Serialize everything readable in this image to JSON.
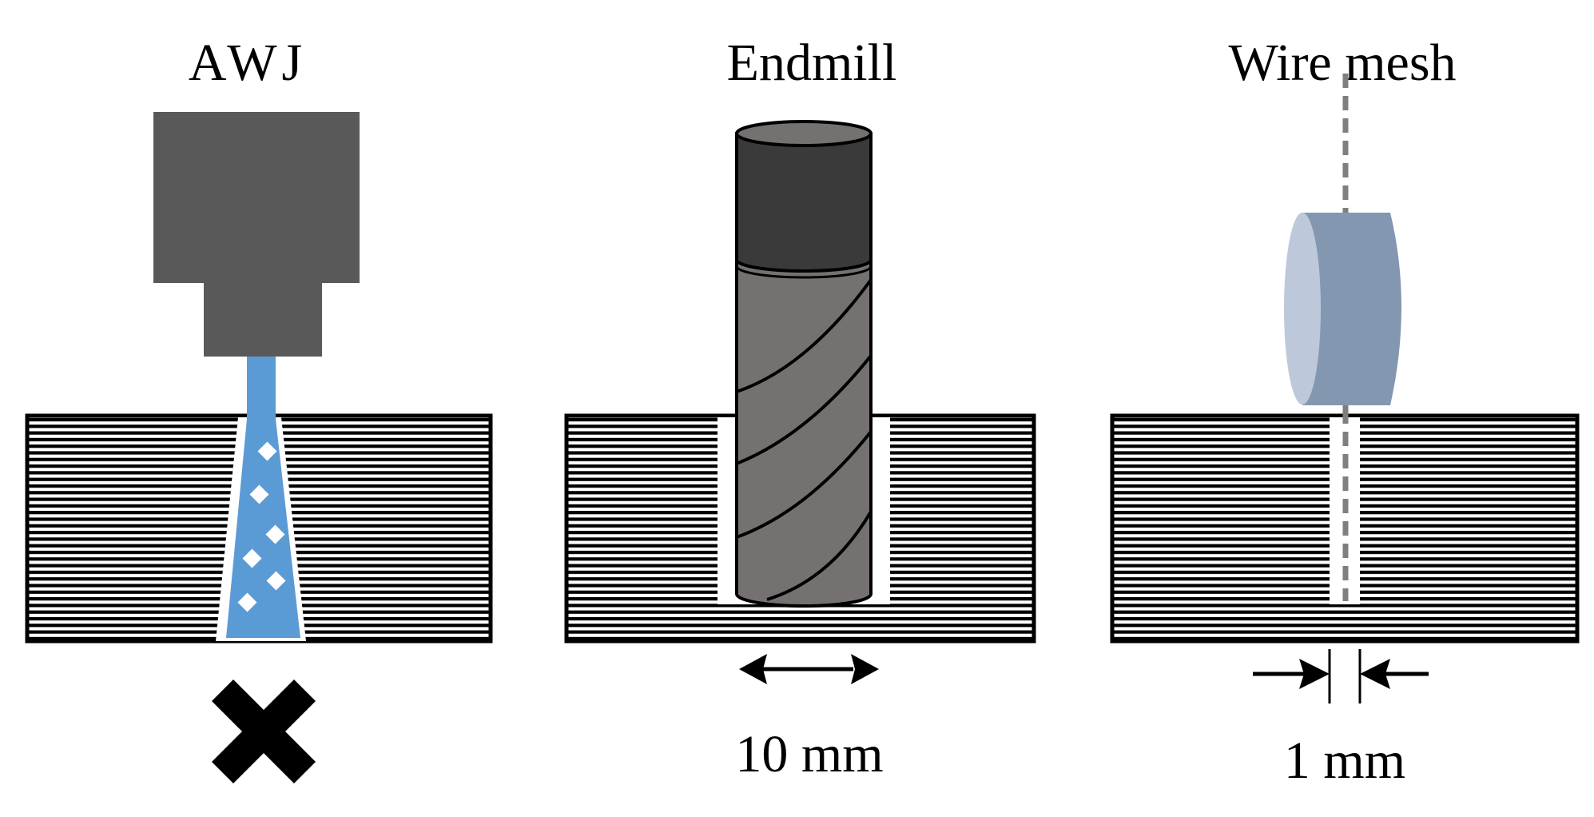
{
  "panels": [
    {
      "id": "awj",
      "title": "AWJ",
      "result": "cross-icon",
      "dimension": ""
    },
    {
      "id": "endmill",
      "title": "Endmill",
      "result": "",
      "dimension": "10 mm"
    },
    {
      "id": "wire-mesh",
      "title": "Wire mesh",
      "result": "",
      "dimension": "1 mm"
    }
  ],
  "colors": {
    "nozzle": "#595959",
    "jet": "#5b9bd5",
    "endmill_shank": "#3a3a3a",
    "endmill_flutes": "#767171",
    "wheel_side": "#8497b0",
    "wheel_face": "#bdc9da",
    "wire": "#7f7f7f",
    "stripes": "#000000"
  }
}
